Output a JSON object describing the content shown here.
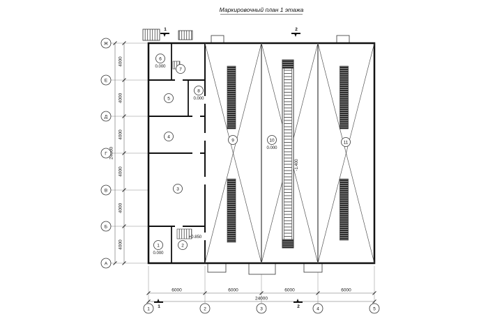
{
  "title": "Маркировочный план 1 этажа",
  "axes": {
    "rows": [
      "Ж",
      "Е",
      "Д",
      "Г",
      "В",
      "Б",
      "А"
    ],
    "cols": [
      "1",
      "2",
      "3",
      "4",
      "5"
    ]
  },
  "dims": {
    "left": [
      "4000",
      "4000",
      "4000",
      "4000",
      "4000",
      "4000"
    ],
    "left_total": "24000",
    "bottom": [
      "6000",
      "6000",
      "6000",
      "6000"
    ],
    "bottom_total": "24000"
  },
  "rooms": [
    "1",
    "2",
    "3",
    "4",
    "5",
    "6",
    "7",
    "8",
    "9",
    "10",
    "11"
  ],
  "elev": {
    "r1": "0.000",
    "r2": "+0.850",
    "r6": "0.000",
    "r8": "0.000",
    "r10": "0.000",
    "pit": "-1.400"
  },
  "sections": {
    "top1": "1",
    "top2": "2",
    "bottom1": "1",
    "bottom2": "2"
  },
  "colors": {
    "line": "#111111",
    "thin": "#777777",
    "hatch_dark": "#2f2f2f"
  }
}
